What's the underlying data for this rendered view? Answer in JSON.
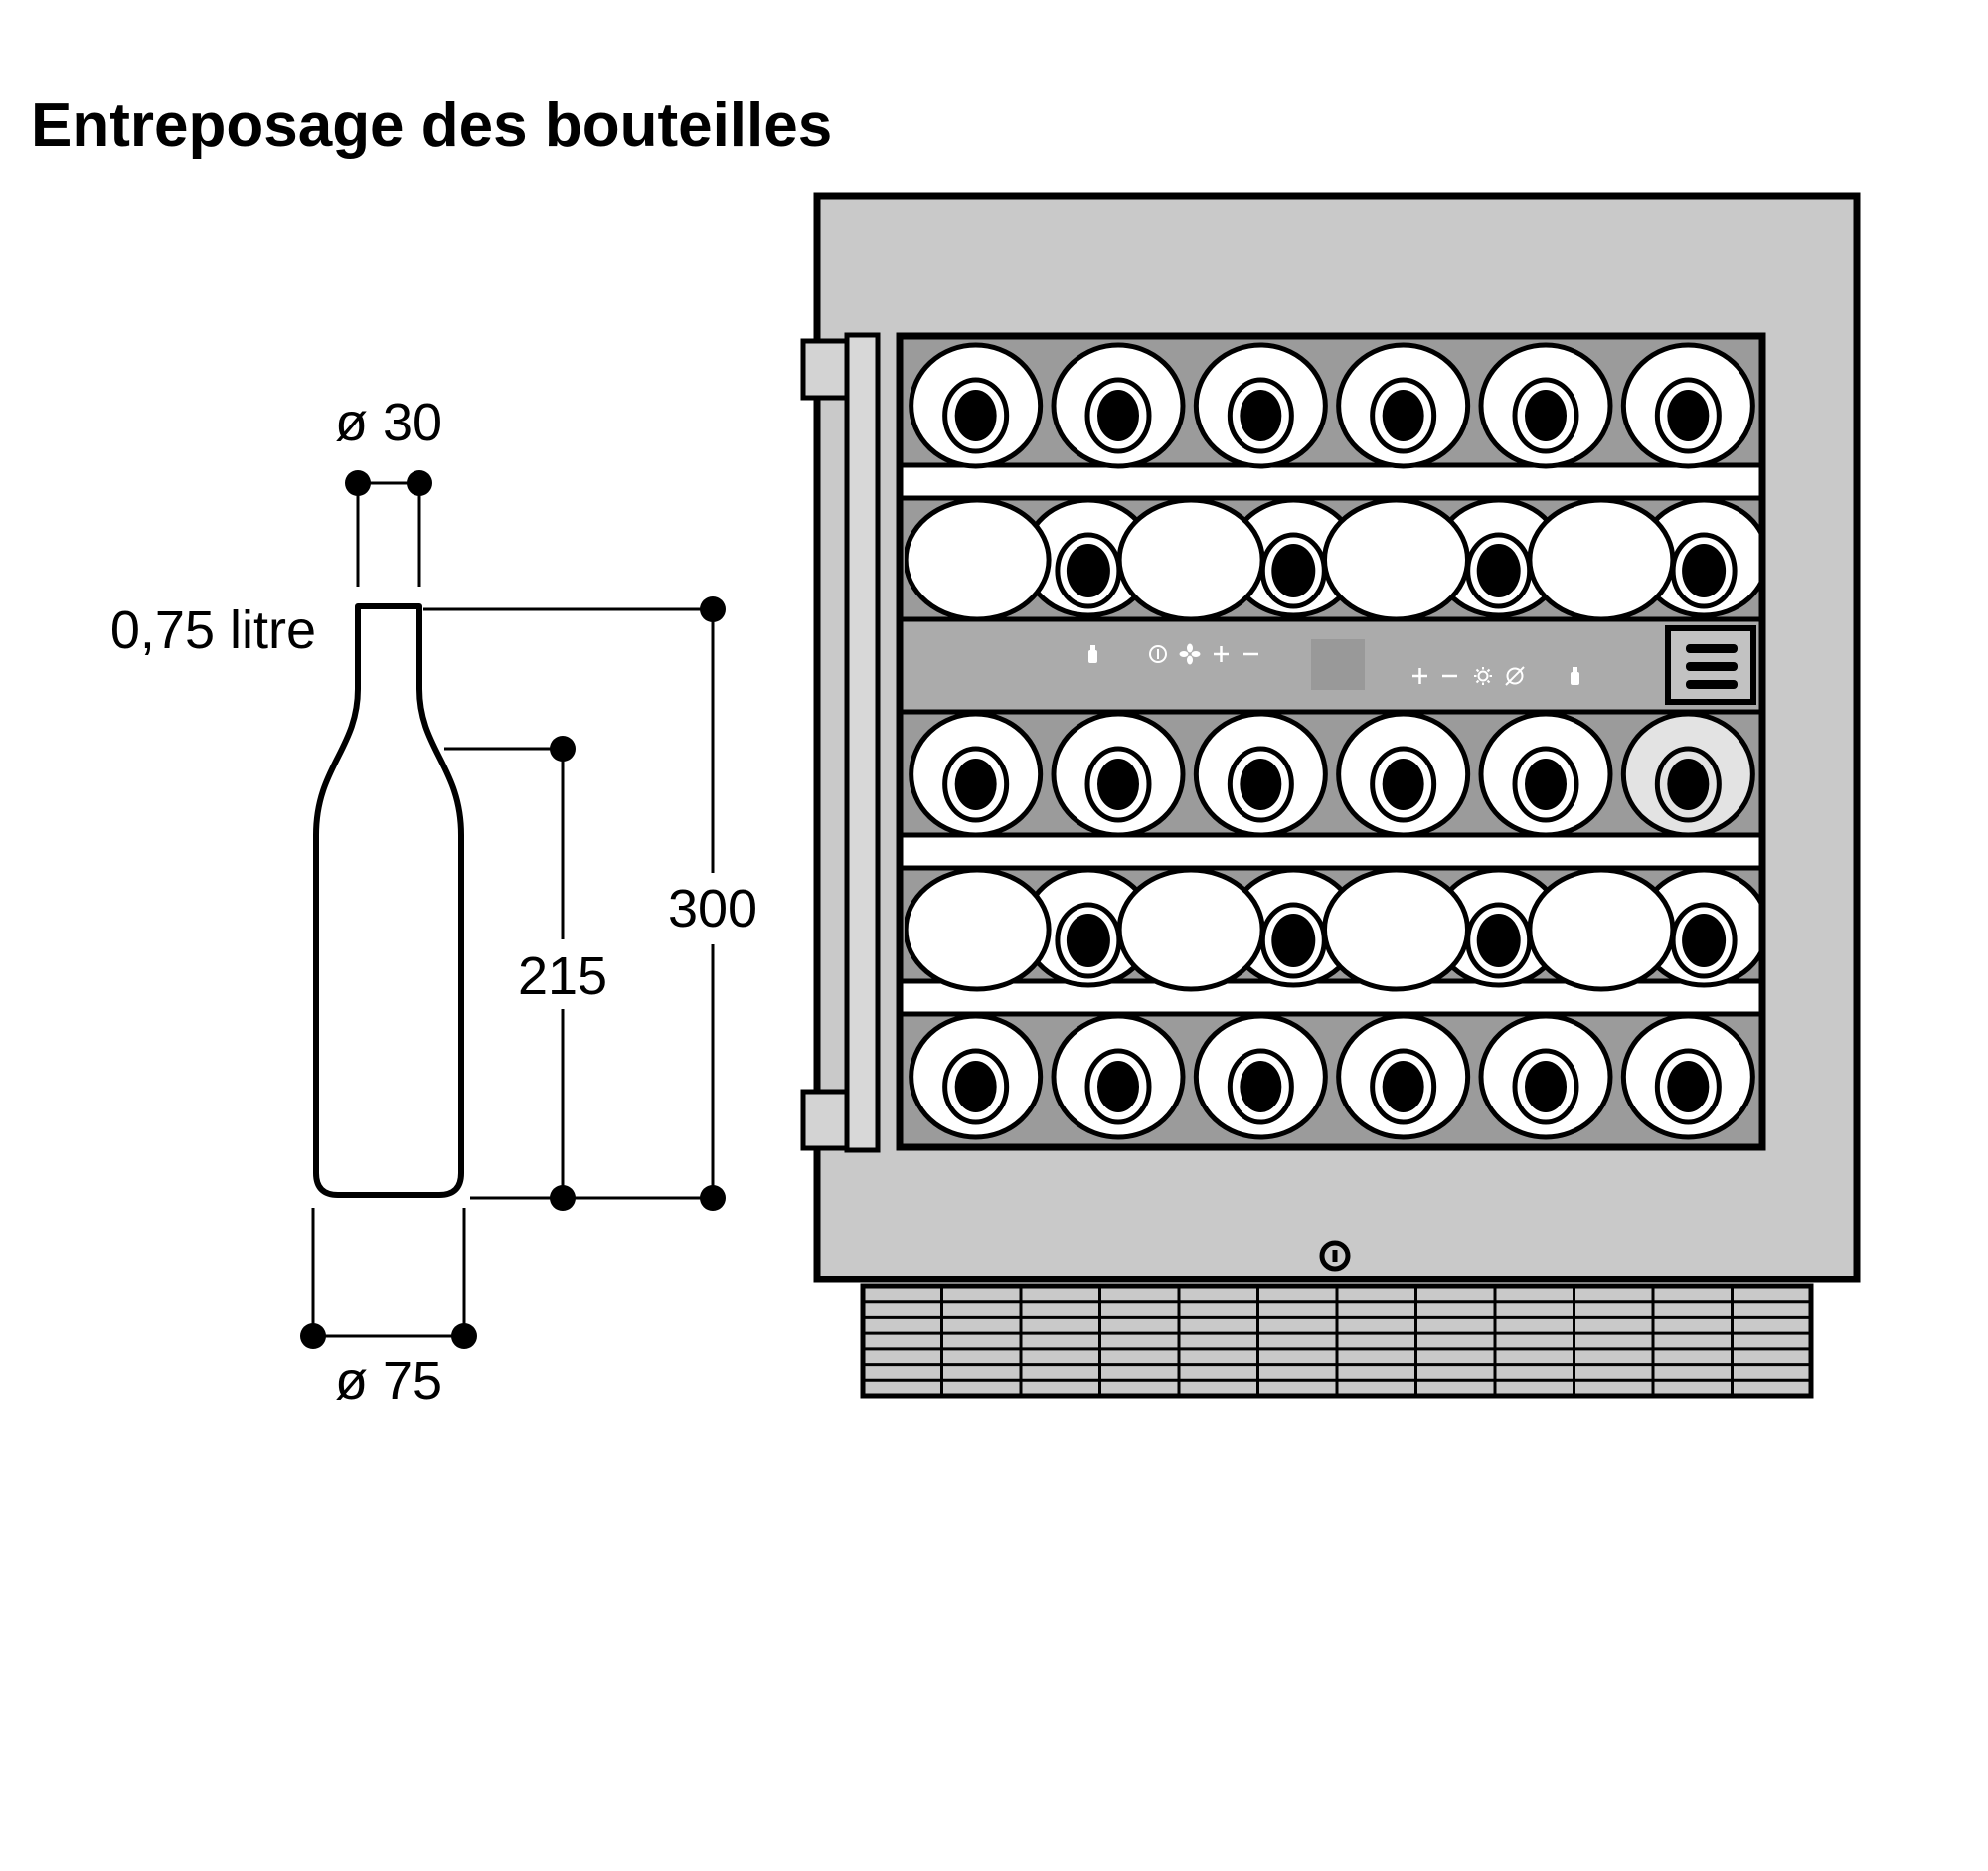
{
  "title": "Entreposage des bouteilles",
  "bottle_figure": {
    "neck_diameter_label": "ø 30",
    "volume_label": "0,75 litre",
    "overall_height_label": "300",
    "shoulder_height_label": "215",
    "body_diameter_label": "ø 75"
  },
  "cooler": {
    "rows": [
      {
        "style": "heads-out",
        "bottles": 6,
        "highlight_last": false
      },
      {
        "style": "alternating",
        "bottles": 8,
        "highlight_last": false
      },
      {
        "style": "heads-out",
        "bottles": 6,
        "highlight_last": true
      },
      {
        "style": "alternating",
        "bottles": 8,
        "highlight_last": false
      },
      {
        "style": "heads-out",
        "bottles": 6,
        "highlight_last": false
      }
    ],
    "control_panel": {
      "left_icons": [
        "bottle-icon",
        "power-icon",
        "fan-icon",
        "plus-icon",
        "minus-icon"
      ],
      "right_icons": [
        "plus-icon",
        "minus-icon",
        "light-icon",
        "defrost-off-icon",
        "bottle-icon"
      ],
      "display_value": "",
      "menu_button": "menu"
    },
    "power_button": "power",
    "vent": {
      "columns": 12,
      "rows": 7
    }
  },
  "colors": {
    "door_gray": "#c9c9c9",
    "handle_gray": "#d8d8d8",
    "bracket_gray": "#d3d3d3",
    "interior_gray": "#9b9b9b",
    "panel_gray": "#ababab",
    "display_gray": "#999999",
    "menu_button_gray": "#c2c2c2",
    "shelf_white": "#ffffff",
    "highlight_bottle": "#e3e3e3",
    "outline_black": "#000000"
  }
}
